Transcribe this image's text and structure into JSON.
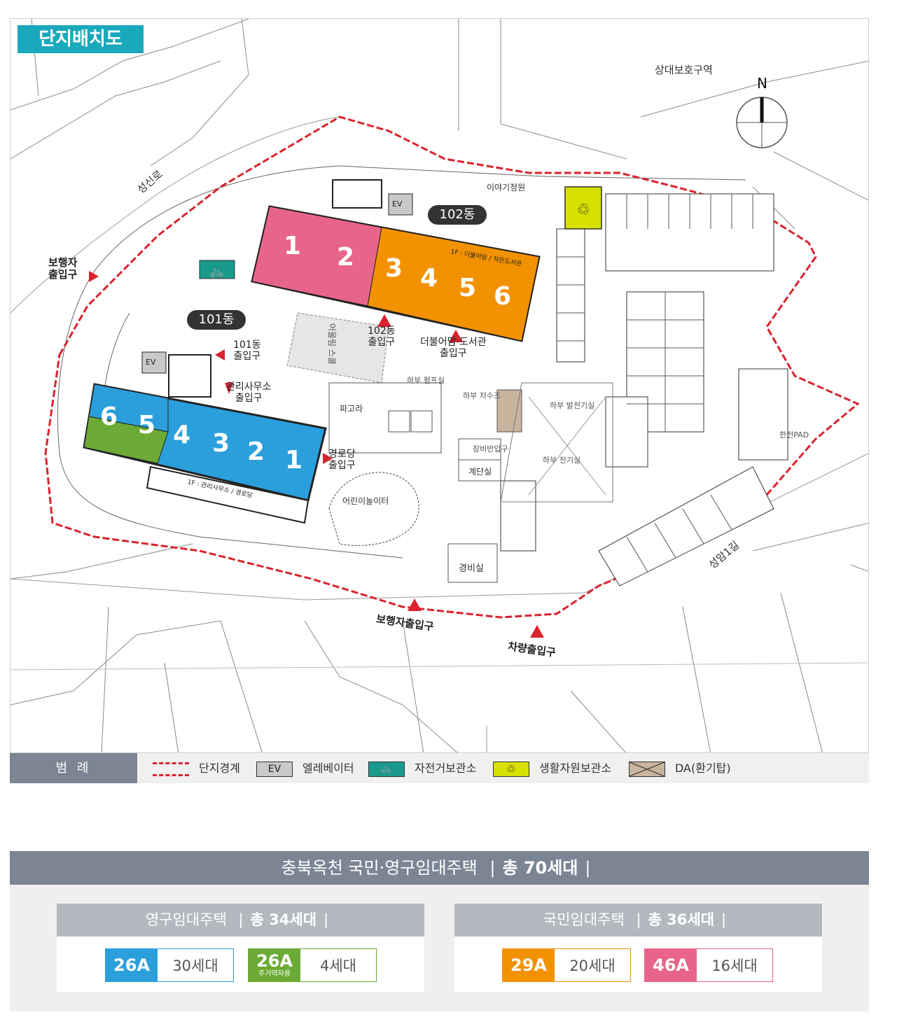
{
  "title": "단지배치도",
  "colors": {
    "teal": "#1aa9bc",
    "pink": "#e8648a",
    "orange": "#f39200",
    "blue": "#2a9fdc",
    "green": "#6bab35",
    "boundary": "#d9232e",
    "recycle": "#d8e000",
    "header_gray": "#7b8594"
  },
  "map": {
    "labels": {
      "road_seongsin": "성신로",
      "road_seongam": "성암1길",
      "protection_zone": "상대보호구역",
      "north": "N",
      "ped_entrance_west": "보행자\n출입구",
      "ped_entrance_south": "보행자출입구",
      "car_entrance": "차량출입구",
      "building_102": "102동",
      "building_101": "101동",
      "ev_label": "EV",
      "floor_note_102": "1F : 더불어맘 / 작은도서관",
      "floor_note_101": "1F : 관리사무소 / 경로당",
      "entrance_102": "102동\n출입구",
      "entrance_library": "더불어맘·도서관\n출입구",
      "entrance_101": "101동\n출입구",
      "entrance_office": "관리사무소\n출입구",
      "entrance_senior": "경로당\n출입구",
      "story_garden": "이야기정원",
      "playground": "어린이놀이터",
      "pergola": "파고라",
      "pump_room": "하부 펌프실",
      "water_tank": "하부 저수조",
      "generator_room": "하부 발전기실",
      "electric_room": "하부 전기실",
      "equipment_room": "장비반입구",
      "stair_room": "계단실",
      "guard_room": "경비실",
      "kepco_pad": "한전PAD",
      "sign_text": "어울림 스쿨"
    },
    "building_102_units": [
      "1",
      "2",
      "3",
      "4",
      "5",
      "6"
    ],
    "building_101_units": [
      "6",
      "5",
      "4",
      "3",
      "2",
      "1"
    ]
  },
  "legend": {
    "heading": "범 례",
    "items": [
      {
        "label": "단지경계",
        "icon": "boundary-line"
      },
      {
        "label": "엘레베이터",
        "icon": "ev-box",
        "mark": "EV"
      },
      {
        "label": "자전거보관소",
        "icon": "bicycle-icon"
      },
      {
        "label": "생활자원보관소",
        "icon": "recycle-icon"
      },
      {
        "label": "DA(환기탑)",
        "icon": "vent-icon"
      }
    ]
  },
  "summary": {
    "heading_main": "충북옥천 국민·영구임대주택",
    "heading_total": "총 70세대",
    "permanent": {
      "heading": "영구임대주택",
      "total": "총 34세대",
      "units": [
        {
          "type": "26A",
          "sub": "",
          "count": "30세대",
          "color": "#2a9fdc"
        },
        {
          "type": "26A",
          "sub": "주거약자용",
          "count": "4세대",
          "color": "#6bab35"
        }
      ]
    },
    "national": {
      "heading": "국민임대주택",
      "total": "총 36세대",
      "units": [
        {
          "type": "29A",
          "sub": "",
          "count": "20세대",
          "color": "#f39200"
        },
        {
          "type": "46A",
          "sub": "",
          "count": "16세대",
          "color": "#e8648a"
        }
      ]
    }
  }
}
